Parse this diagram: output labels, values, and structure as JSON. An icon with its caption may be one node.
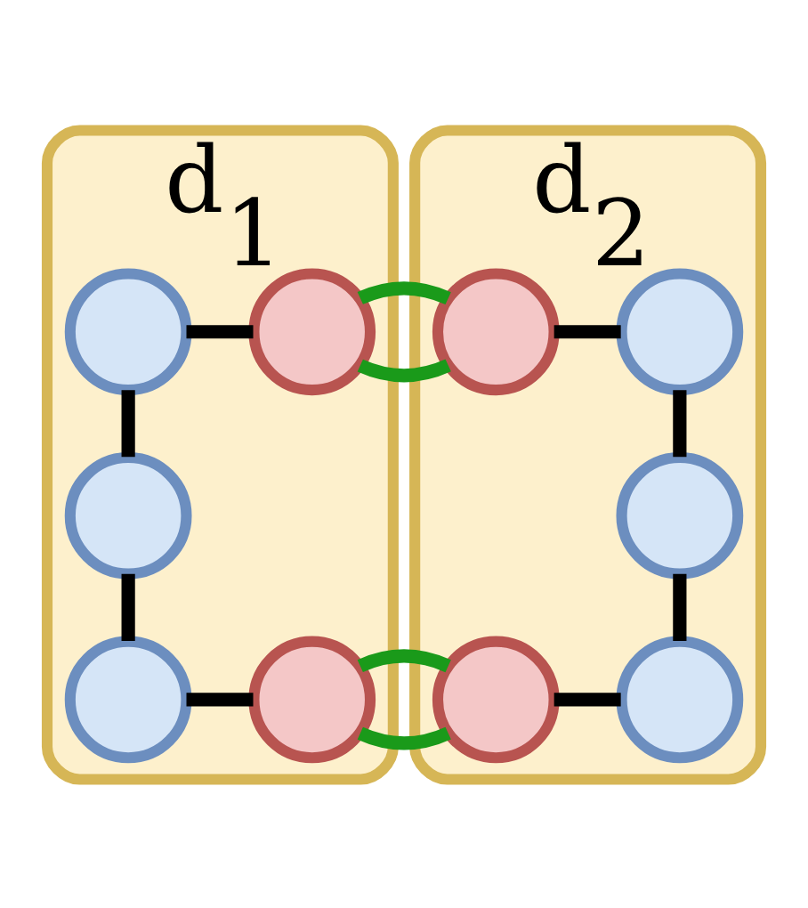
{
  "diagram": {
    "nodes": [
      {
        "text": [
          "d$_{1}$"
        ]
      },
      {
        "text": [],
        "shape": "circle",
        "in": 0
      },
      {
        "text": [],
        "shape": "circle",
        "in": 0
      },
      {
        "text": [],
        "shape": "circle",
        "in": 0
      },
      {
        "text": [],
        "shape": "circle",
        "in": 0
      },
      {
        "text": [],
        "shape": "circle",
        "in": 0
      },
      {
        "text": [
          "d$_{2}$"
        ]
      },
      {
        "text": [],
        "shape": "circle",
        "in": 6
      },
      {
        "text": [],
        "shape": "circle",
        "in": 6
      },
      {
        "text": [],
        "shape": "circle",
        "in": 6
      },
      {
        "text": [],
        "shape": "circle",
        "in": 6
      },
      {
        "text": [],
        "shape": "circle",
        "in": 6
      }
    ],
    "edges": [
      {
        "from": 1,
        "to": 2,
        "arrow": "none"
      },
      {
        "from": 1,
        "to": 3,
        "arrow": "none"
      },
      {
        "from": 3,
        "to": 4,
        "arrow": "none"
      },
      {
        "from": 4,
        "to": 5,
        "arrow": "none"
      },
      {
        "from": 2,
        "to": 7,
        "arrow": "none",
        "color": "#1a9a1a"
      },
      {
        "from": 5,
        "to": 10,
        "arrow": "none",
        "color": "#1a9a1a"
      },
      {
        "from": 7,
        "to": 8,
        "arrow": "none"
      },
      {
        "from": 8,
        "to": 9,
        "arrow": "none"
      },
      {
        "from": 9,
        "to": 11,
        "arrow": "none"
      },
      {
        "from": 10,
        "to": 11,
        "arrow": "none"
      }
    ]
  }
}
